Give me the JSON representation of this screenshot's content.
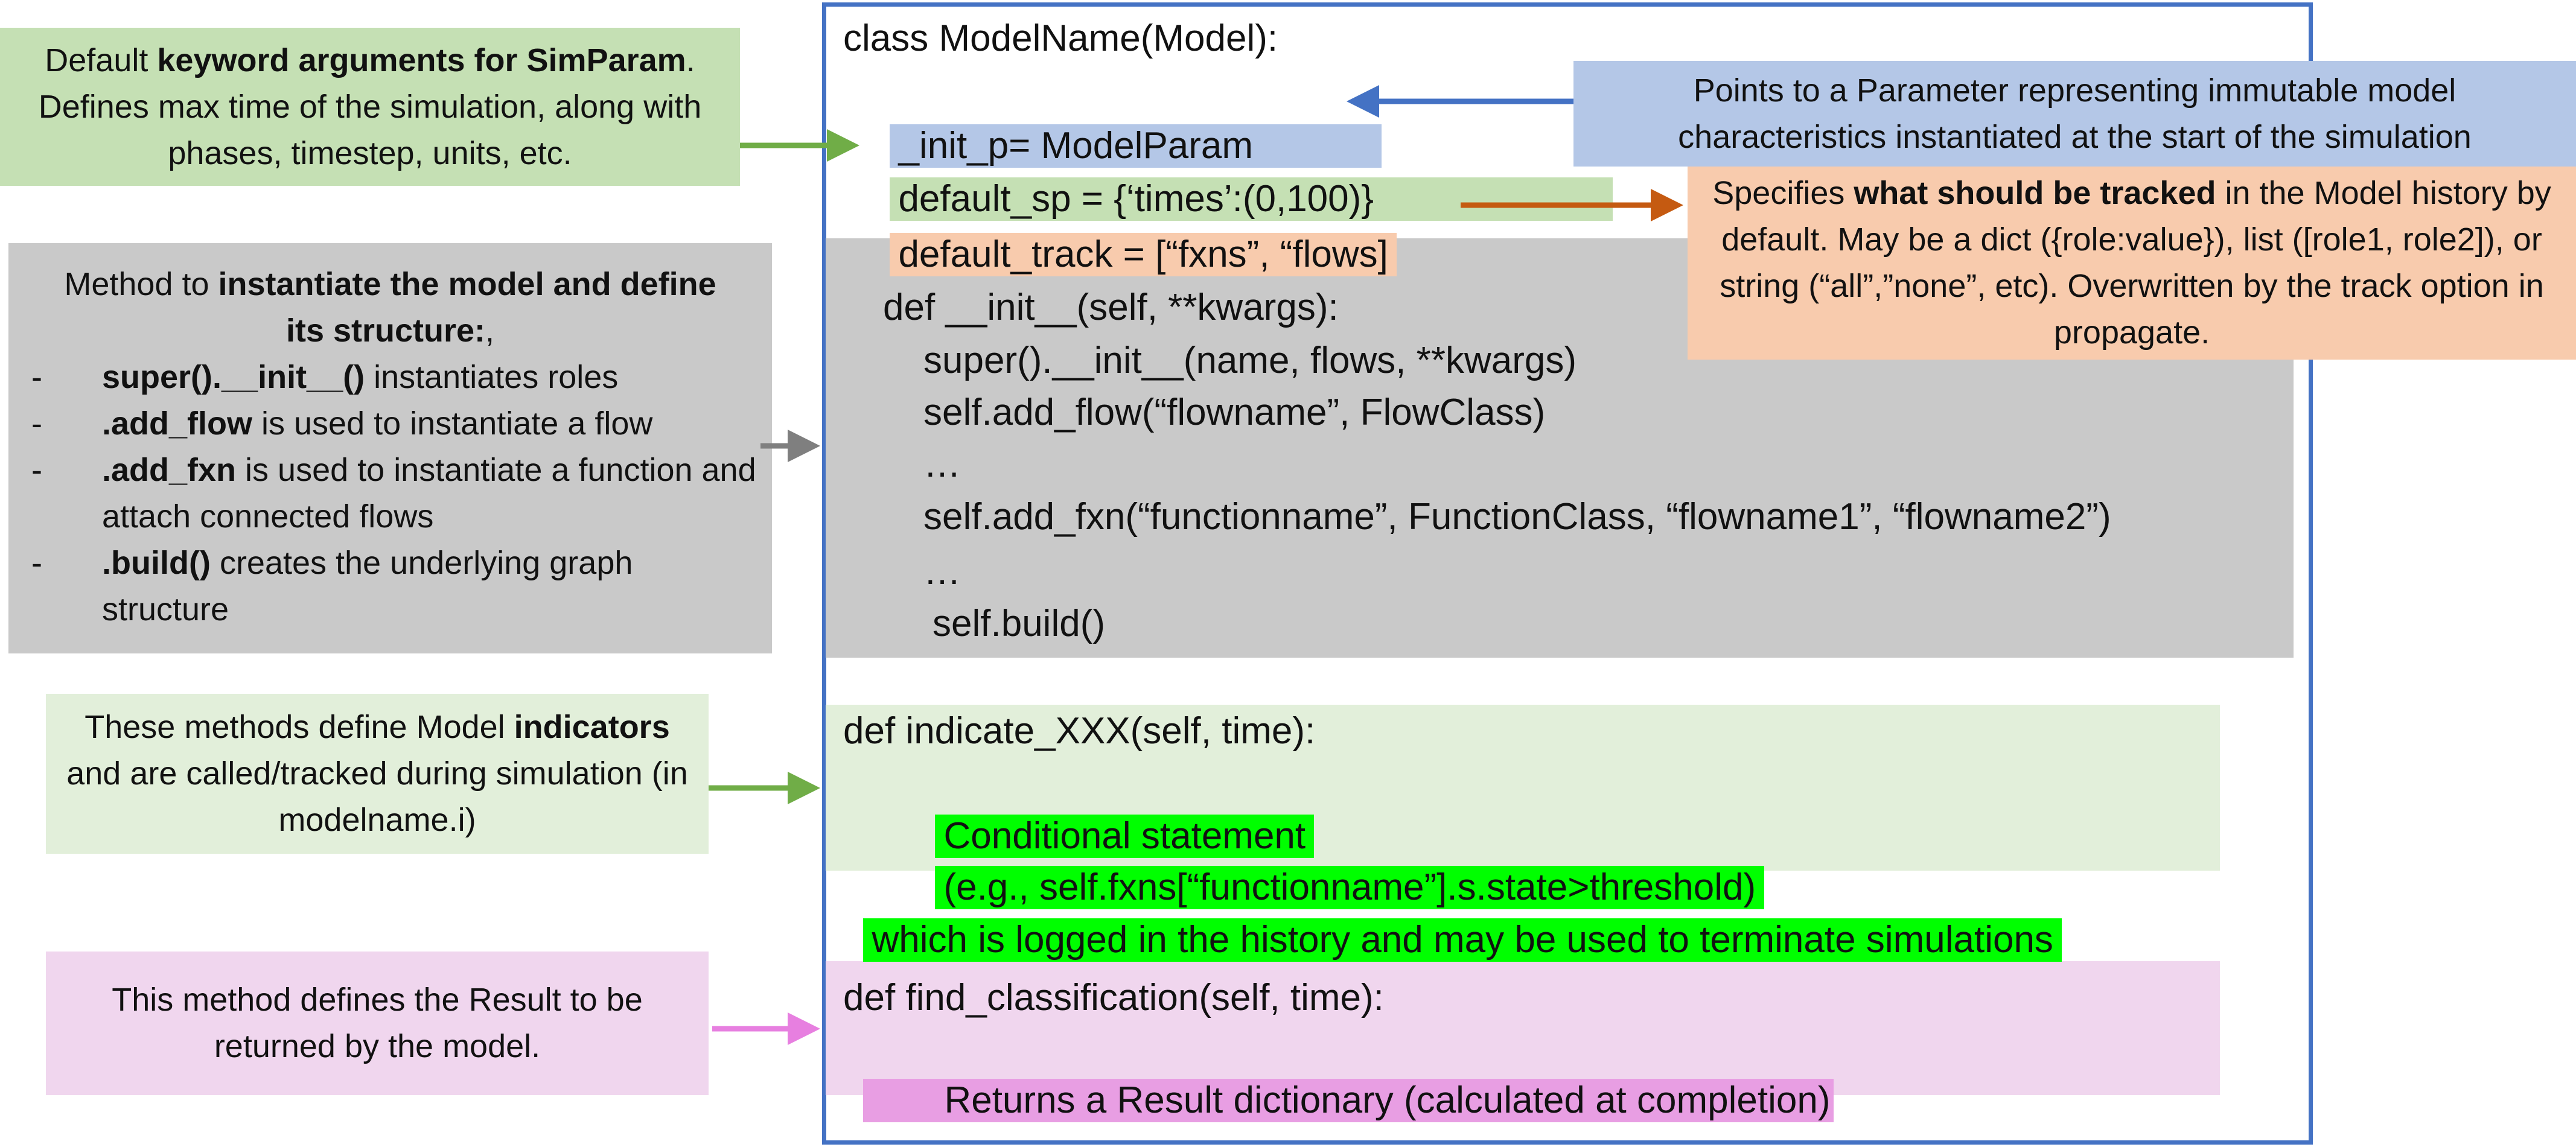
{
  "colors": {
    "frame": "#4472c4",
    "green_box": "#c5e0b4",
    "green_light": "#e2efda",
    "green_bright": "#00ff00",
    "gray_box": "#c9c9c9",
    "blue_box": "#b4c7e7",
    "orange_box": "#f8cbad",
    "pink_box": "#f0d6ee",
    "pink_bright": "#e89ee3",
    "arrow_green": "#70ad47",
    "arrow_blue": "#4472c4",
    "arrow_orange": "#c55a11",
    "arrow_gray": "#7f7f7f",
    "arrow_pink": "#e77fe0"
  },
  "code": {
    "class_line": "class ModelName(Model):",
    "init_p": "_init_p= ModelParam",
    "default_sp": "default_sp = {‘times’:(0,100)}",
    "default_track": "default_track = [“fxns”, “flows]",
    "init_def": "def __init__(self, **kwargs):",
    "super_line": "super().__init__(name, flows, **kwargs)",
    "add_flow_line": "self.add_flow(“flowname”, FlowClass)",
    "ellipsis1": "…",
    "add_fxn_line": "self.add_fxn(“functionname”, FunctionClass, “flowname1”, “flowname2”)",
    "ellipsis2": "…",
    "build_line": "self.build()",
    "indicate_def": "def indicate_XXX(self, time):",
    "cond_line1": "Conditional statement",
    "cond_line2": "(e.g., self.fxns[“functionname”].s.state>threshold)",
    "logged_line": "which is logged in the history and may be used to terminate simulations",
    "find_def": "def find_classification(self, time):",
    "returns_line": "Returns a Result dictionary (calculated at completion)"
  },
  "notes": {
    "simparam": {
      "prefix": "Default ",
      "bold": "keyword arguments for SimParam",
      "suffix": ". Defines max time of the simulation, along with phases, timestep, units, etc."
    },
    "init_method": {
      "prefix": "Method to ",
      "bold": "instantiate the model and define its structure:",
      "suffix": ",",
      "bullets": [
        {
          "dash": "-",
          "bold": "super().__init__()",
          "text": " instantiates roles"
        },
        {
          "dash": "-",
          "bold": ".add_flow",
          "text": " is used to instantiate a flow"
        },
        {
          "dash": "-",
          "bold": ".add_fxn",
          "text": " is used to instantiate a function and attach connected flows"
        },
        {
          "dash": "-",
          "bold": ".build()",
          "text": " creates the underlying graph structure"
        }
      ]
    },
    "indicators": {
      "prefix": "These methods define Model ",
      "bold": "indicators",
      "suffix": " and are called/tracked during simulation (in modelname.i)"
    },
    "result": {
      "text": "This method defines the Result to be returned  by the model."
    },
    "param": {
      "text": "Points to a Parameter representing immutable model characteristics instantiated at the start of the simulation"
    },
    "track": {
      "prefix": "Specifies ",
      "bold": "what should be tracked",
      "suffix": " in the Model history by default. May be a dict ({role:value}), list ([role1, role2]), or string (“all”,”none”, etc). Overwritten by the track option in propagate."
    }
  }
}
